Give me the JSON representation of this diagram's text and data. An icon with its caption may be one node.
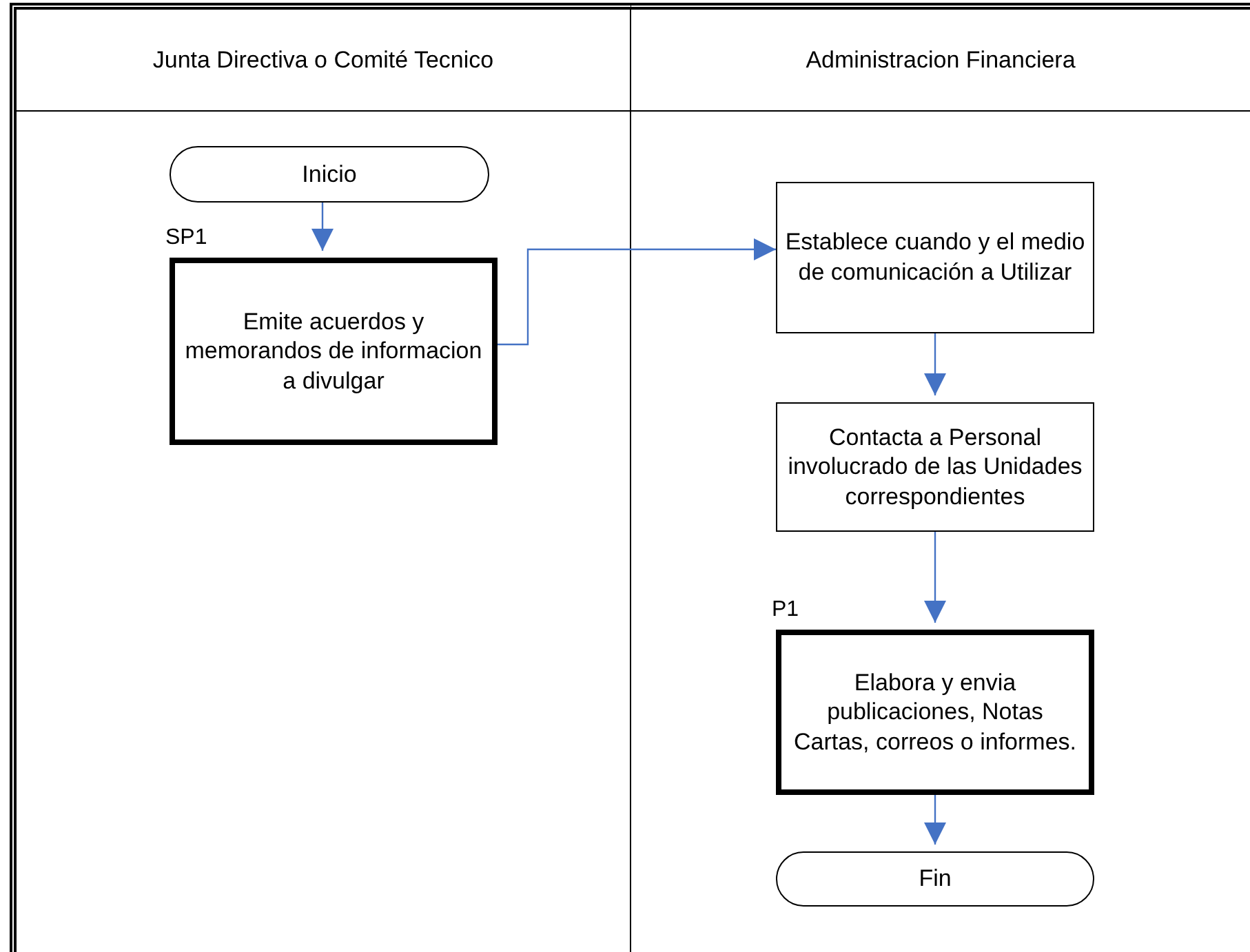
{
  "diagram": {
    "nodes": [
      {
        "text": [
          "Junta Directiva o Comité Tecnico"
        ]
      },
      {
        "text": [
          "Administracion Financiera"
        ]
      },
      {
        "text": [
          "Inicio"
        ],
        "in": 0
      },
      {
        "text": [
          "Emite acuerdos y memorandos de informacion a divulgar"
        ],
        "in": 0,
        "beside": [
          "SP1"
        ]
      },
      {
        "text": [
          "Establece cuando y el medio de comunicación a Utilizar"
        ],
        "in": 1
      },
      {
        "text": [
          "Contacta a Personal involucrado de las Unidades correspondientes"
        ],
        "in": 1
      },
      {
        "text": [
          "Elabora y envia publicaciones, Notas Cartas, correos o informes."
        ],
        "in": 1,
        "beside": [
          "P1"
        ]
      },
      {
        "text": [
          "Fin"
        ],
        "in": 1
      }
    ],
    "edges": [
      {
        "from": 2,
        "to": 3,
        "arrow": "to"
      },
      {
        "from": 3,
        "to": 4,
        "arrow": "to"
      },
      {
        "from": 4,
        "to": 5,
        "arrow": "to"
      },
      {
        "from": 5,
        "to": 6,
        "arrow": "to"
      },
      {
        "from": 6,
        "to": 7,
        "arrow": "to"
      }
    ]
  }
}
